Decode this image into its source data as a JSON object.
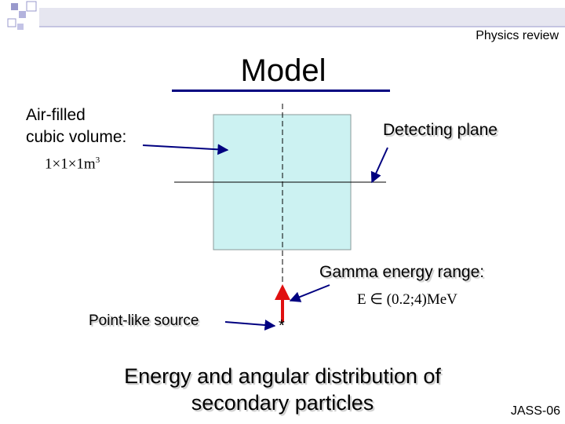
{
  "header": {
    "section_label": "Physics review"
  },
  "slide": {
    "title": "Model"
  },
  "labels": {
    "volume_line1": "Air-filled",
    "volume_line2": "cubic volume:",
    "volume_dims": "1×1×1m",
    "volume_exp": "3",
    "detecting_plane": "Detecting plane",
    "gamma_range": "Gamma energy range:",
    "energy_formula": "E ∈ (0.2;4)MeV",
    "source": "Point-like source",
    "source_marker": "*"
  },
  "conclusion": {
    "text": "Energy and angular distribution of secondary particles"
  },
  "footer": {
    "code": "JASS-06"
  },
  "colors": {
    "cube_fill": "#ccf2f2",
    "arrow_blue": "#000080",
    "arrow_red": "#e01010",
    "header_squares": "#9999cc"
  }
}
